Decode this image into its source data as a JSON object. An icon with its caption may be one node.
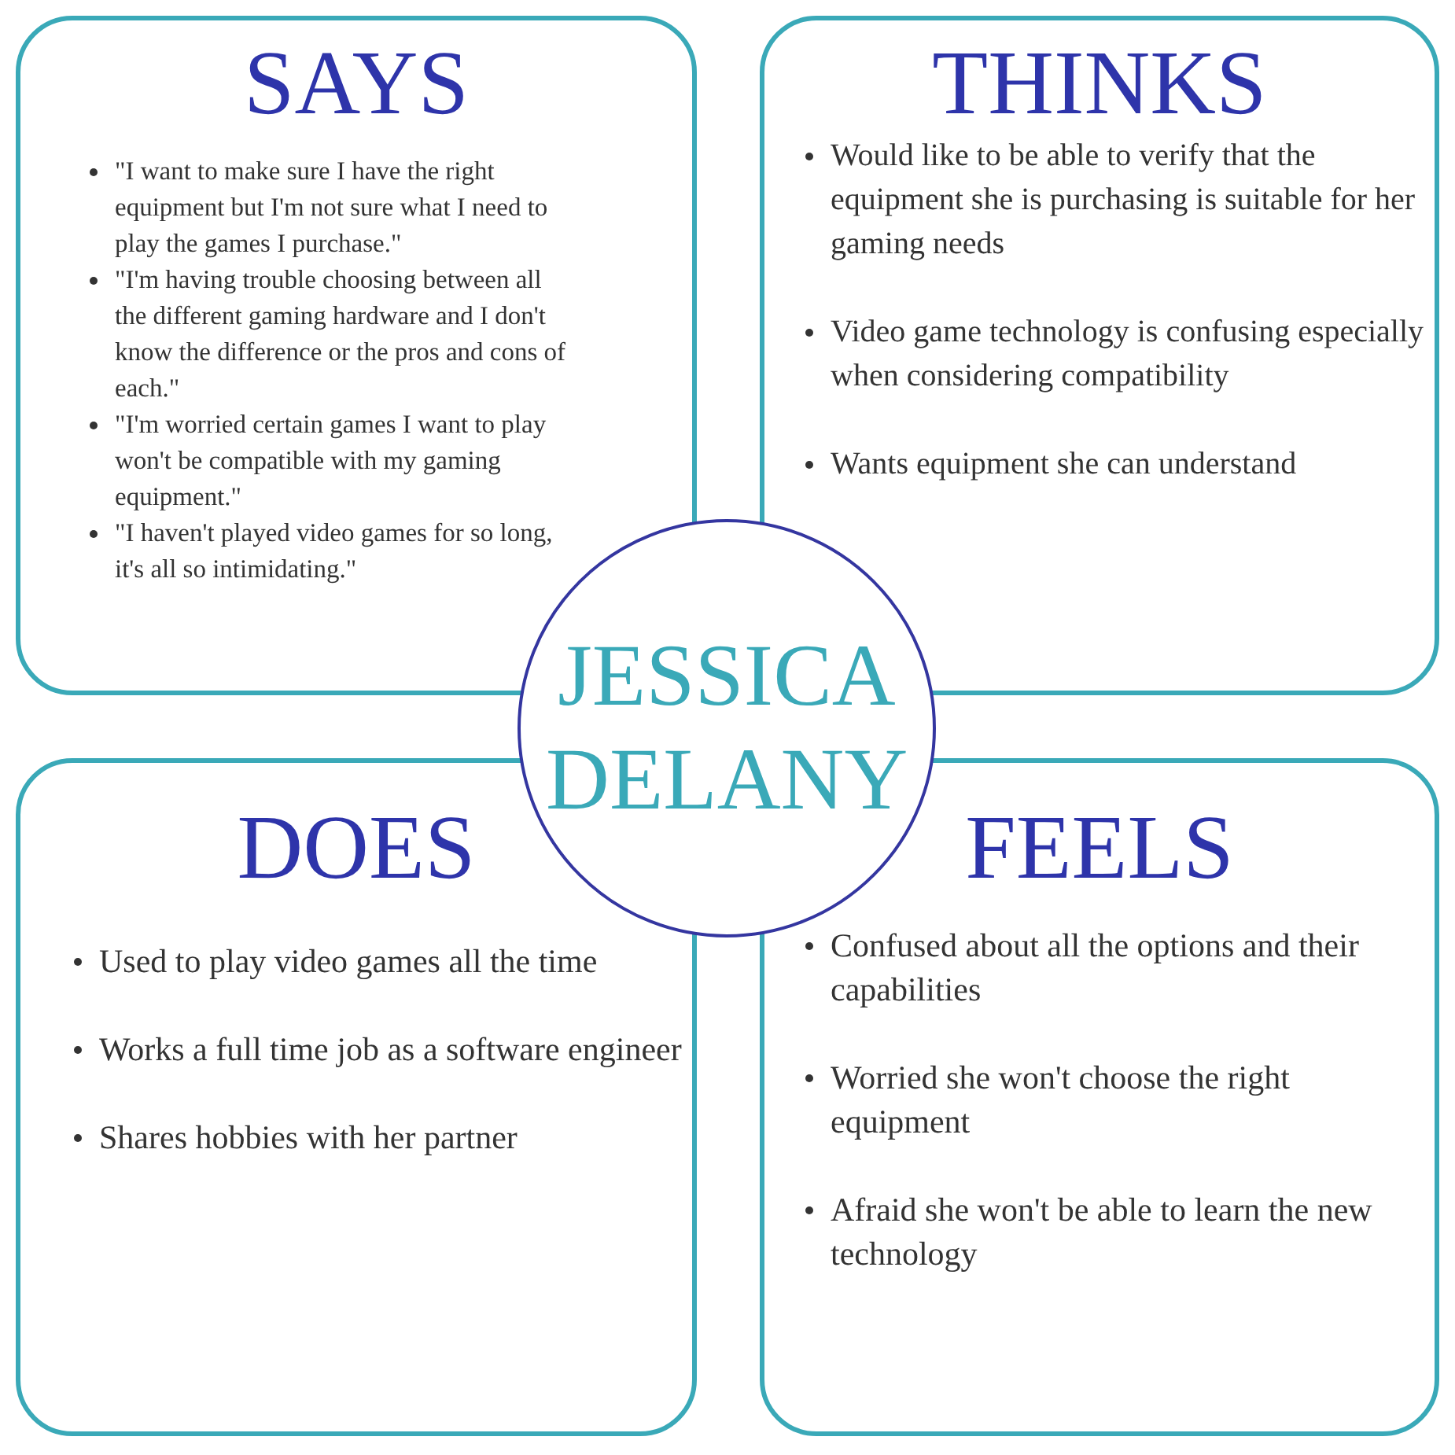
{
  "diagram": {
    "nodes": [
      {
        "text": [
          "SAYS",
          "\"I want to make sure I have the right equipment but I'm not sure what I need to play the games I purchase.\"",
          "\"I'm having trouble choosing between all the different gaming hardware and I don't know the difference or the pros and cons of each.\"",
          "\"I'm worried certain games I want to play won't be compatible with my gaming equipment.\"",
          "\"I haven't played video games for so long, it's all so intimidating.\""
        ]
      },
      {
        "text": [
          "THINKS",
          "Would like to be able to verify that the equipment she is purchasing is suitable for her gaming needs",
          "Video game technology is confusing especially when considering compatibility",
          "Wants equipment she can understand"
        ]
      },
      {
        "text": [
          "DOES",
          "Used to play video games all the time",
          "Works a full time job as a software engineer",
          "Shares hobbies with her partner"
        ]
      },
      {
        "text": [
          "FEELS",
          "Confused about all the options and their capabilities",
          "Worried she won't choose the right equipment",
          "Afraid she won't be able to learn the new technology"
        ]
      },
      {
        "text": [
          "JESSICA DELANY"
        ]
      }
    ]
  }
}
